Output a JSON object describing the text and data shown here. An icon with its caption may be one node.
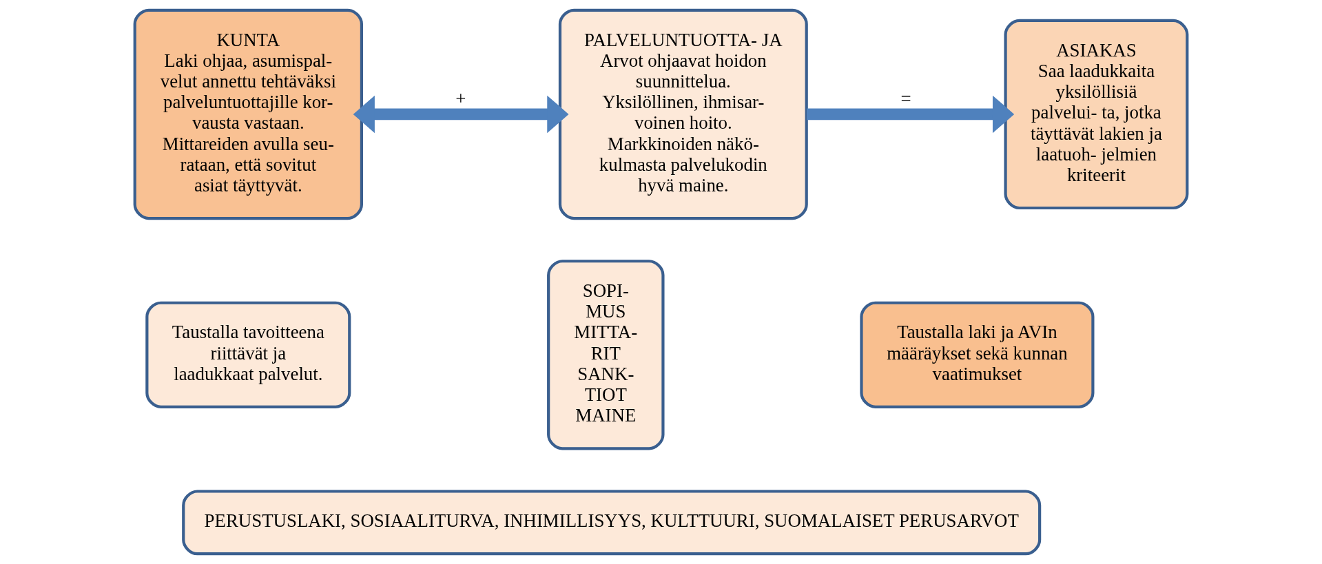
{
  "diagram": {
    "nodes": [
      {
        "text": [
          "KUNTA",
          "Laki ohjaa, asumispal- velut annettu tehtäväksi palveluntuottajille kor- vausta vastaan. Mittareiden avulla seu- rataan, että sovitut asiat täyttyvät."
        ]
      },
      {
        "text": [
          "Taustalla tavoitteena riittävät ja laadukkaat palvelut."
        ]
      },
      {
        "text": [
          "SOPI- MUS MITTA- RIT SANK- TIOT MAINE"
        ]
      },
      {
        "text": [
          "PALVELUNTUOTTA- JA",
          "Arvot ohjaavat hoidon suunnittelua. Yksilöllinen, ihmisar- voinen hoito. Markkinoiden näkö- kulmasta palvelukodin hyvä maine."
        ]
      },
      {
        "text": [
          "Taustalla laki ja AVIn määräykset sekä kunnan vaatimukset"
        ]
      },
      {
        "text": [
          "ASIAKAS",
          "Saa laadukkaita yksilöllisiä palvelui- ta, jotka täyttävät lakien ja laatuoh- jelmien kriteerit"
        ]
      },
      {
        "text": [
          "PERUSTUSLAKI, SOSIAALITURVA, INHIMILLISYYS, KULTTUURI, SUOMALAISET PERUSARVOT"
        ]
      }
    ],
    "edges": [
      {
        "from": 0,
        "to": 3,
        "arrow": "both",
        "label": "+"
      },
      {
        "from": 3,
        "to": 5,
        "arrow": "to",
        "label": "="
      }
    ]
  }
}
